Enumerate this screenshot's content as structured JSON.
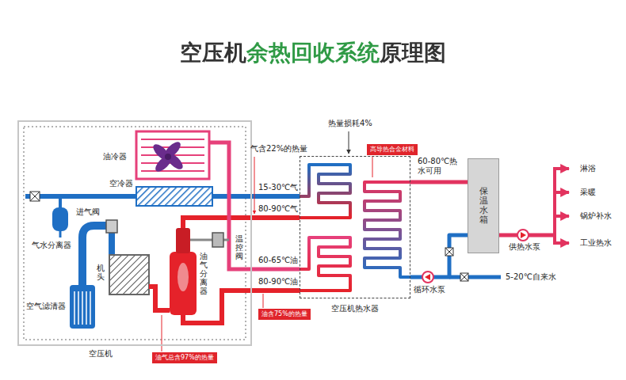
{
  "diagram": {
    "title": "空压机余热回收系统原理图",
    "nodes": [
      {
        "text": [
          "空压机"
        ]
      },
      {
        "text": [
          "高导热合金材料"
        ]
      },
      {
        "text": [
          "空压机热水器"
        ]
      },
      {
        "text": [
          "保温水箱"
        ]
      },
      {
        "text": [
          "油含75%的热量"
        ]
      },
      {
        "text": [
          "油气总含97%的热量"
        ]
      }
    ],
    "edges": [
      {
        "from": 0,
        "to": 2,
        "label": "15-30℃气",
        "arrow": "none"
      },
      {
        "from": 0,
        "to": 2,
        "label": "80-90℃气",
        "arrow": "none"
      },
      {
        "from": 0,
        "to": 2,
        "label": "60-65℃油",
        "arrow": "none"
      },
      {
        "from": 0,
        "to": 2,
        "label": "80-90℃油",
        "arrow": "none"
      },
      {
        "from": 2,
        "to": 3,
        "label": "60-80℃热 水可用",
        "arrow": "none"
      },
      {
        "from": 3,
        "to": 2,
        "label": "循环水泵",
        "arrow": "none"
      }
    ],
    "labels": [
      "热量损耗4%",
      "气含22%的热量",
      "油冷器",
      "空冷器",
      "进气阀",
      "气水分离器",
      "机头",
      "空气滤清器",
      "油气分离器",
      "温控阀",
      "5-20℃自来水",
      "供热水泵",
      "淋浴",
      "采暖",
      "锅炉补水",
      "工业热水"
    ]
  }
}
